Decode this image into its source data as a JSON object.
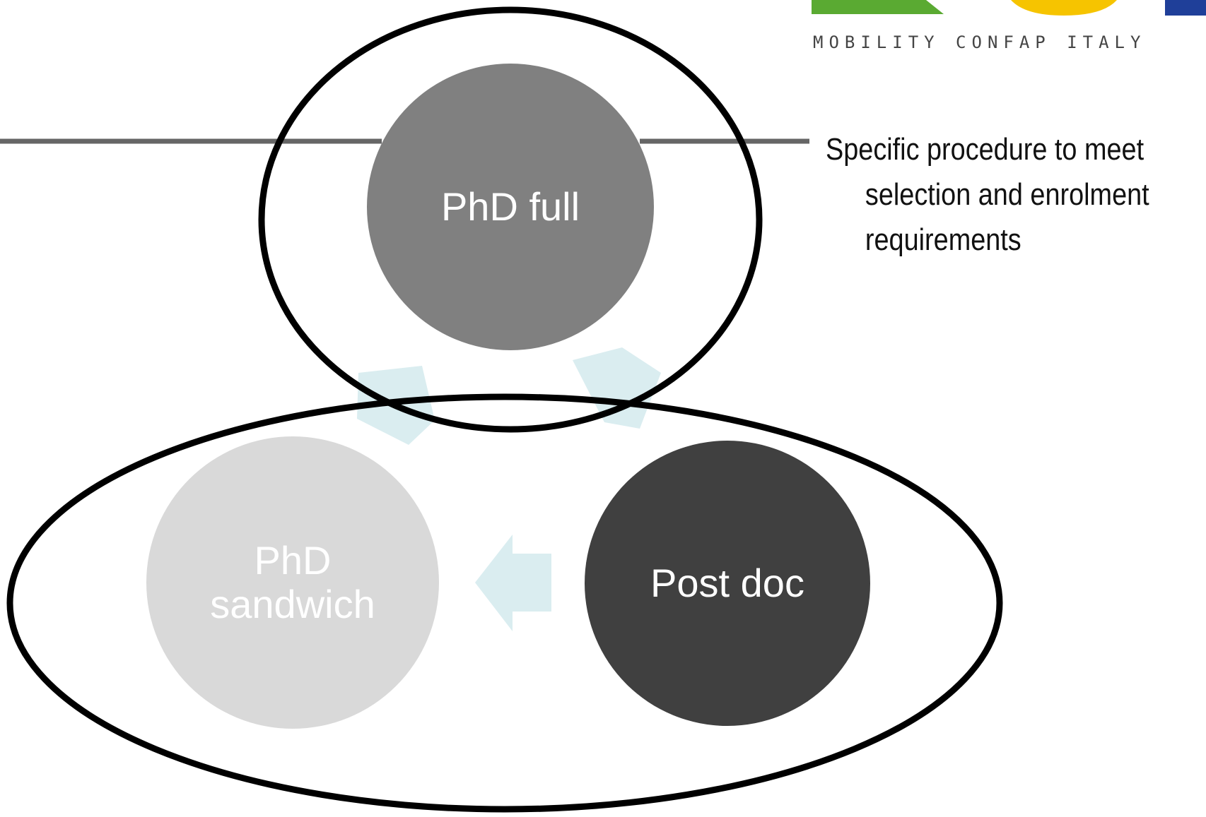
{
  "logo": {
    "text": "MOBILITY CONFAP ITALY",
    "colors": [
      "#5aaa32",
      "#f6c400",
      "#1f3f99"
    ]
  },
  "note": {
    "text": "Specific procedure to meet selection and enrolment requirements"
  },
  "nodes": {
    "phd_full": {
      "label": "PhD full",
      "color": "#808080",
      "text_color": "#ffffff"
    },
    "phd_sandwich": {
      "label": "PhD sandwich",
      "color": "#d9d9d9",
      "text_color": "#ffffff"
    },
    "post_doc": {
      "label": "Post doc",
      "color": "#404040",
      "text_color": "#ffffff"
    }
  },
  "arrows": {
    "color": "#daedf0"
  },
  "connector_line": {
    "color": "#666666"
  },
  "outlines": {
    "color": "#000000"
  }
}
